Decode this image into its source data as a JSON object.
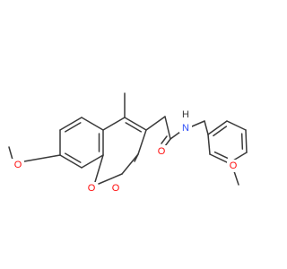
{
  "colors": {
    "bond": "#3a3a3a",
    "carbon": "#3a3a3a",
    "oxygen": "#ff0d0d",
    "nitrogen": "#3050f8",
    "background": "#ffffff"
  },
  "labels": {
    "ring_oxygen": "O",
    "carbonyl_oxygen_lactone": "O",
    "methoxy_oxygen_left": "O",
    "amide_oxygen": "O",
    "methoxy_oxygen_right": "O",
    "amide_nitrogen": "N",
    "amide_hydrogen": "H"
  }
}
